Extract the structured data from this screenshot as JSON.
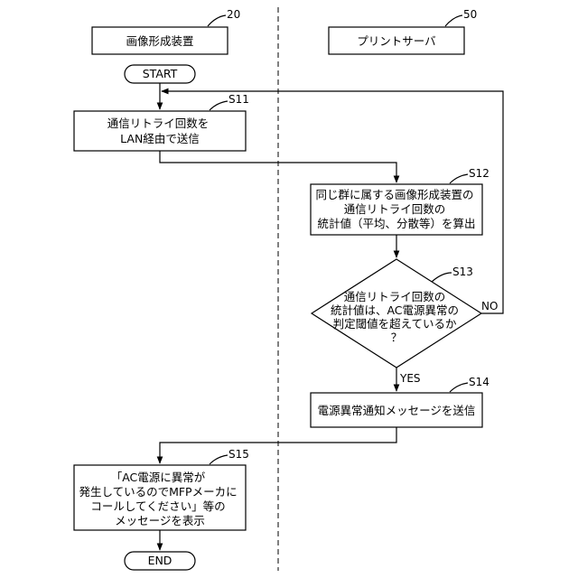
{
  "lanes": {
    "left": {
      "ref": "20",
      "title": "画像形成装置"
    },
    "right": {
      "ref": "50",
      "title": "プリントサーバ"
    }
  },
  "start": "START",
  "end": "END",
  "steps": {
    "s11": {
      "label": "S11",
      "lines": [
        "通信リトライ回数を",
        "LAN経由で送信"
      ]
    },
    "s12": {
      "label": "S12",
      "lines": [
        "同じ群に属する画像形成装置の",
        "通信リトライ回数の",
        "統計値（平均、分散等）を算出"
      ]
    },
    "s13": {
      "label": "S13",
      "lines": [
        "通信リトライ回数の",
        "統計値は、AC電源異常の",
        "判定閾値を超えているか",
        "？"
      ]
    },
    "s14": {
      "label": "S14",
      "lines": [
        "電源異常通知メッセージを送信"
      ]
    },
    "s15": {
      "label": "S15",
      "lines": [
        "「AC電源に異常が",
        "発生しているのでMFPメーカに",
        "コールしてください」等の",
        "メッセージを表示"
      ]
    }
  },
  "branches": {
    "yes": "YES",
    "no": "NO"
  }
}
